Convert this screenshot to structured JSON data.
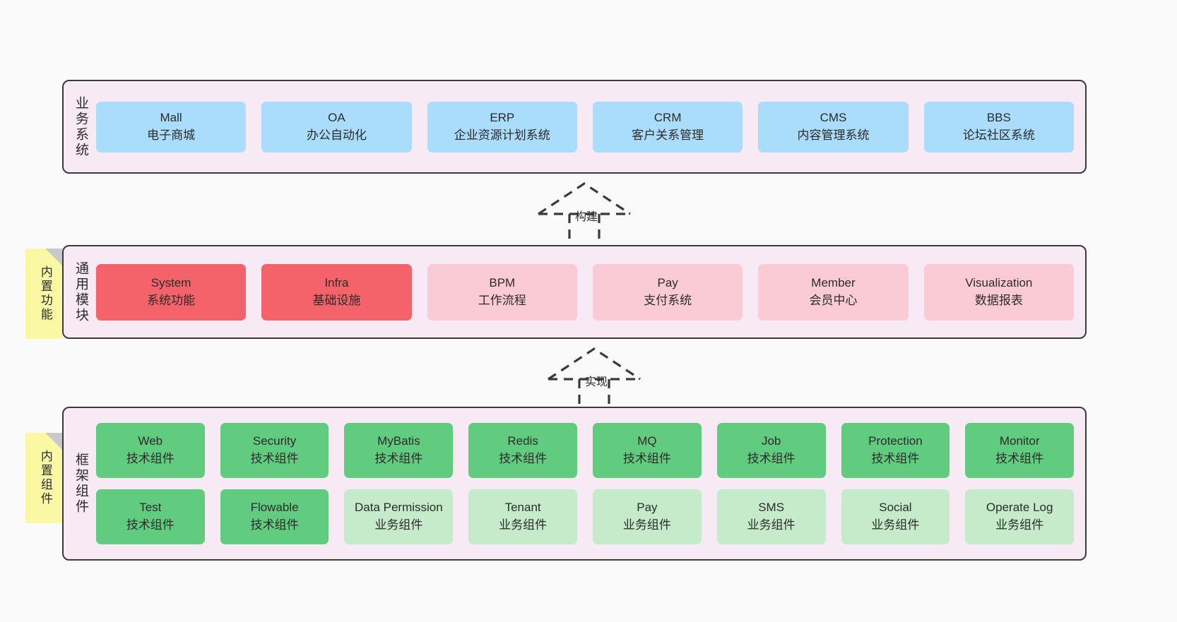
{
  "diagram": {
    "background_color": "#fafafa",
    "layer_fill": "#f7eaf4",
    "layer_border": "#3a3a3a"
  },
  "layers": [
    {
      "id": "business-system",
      "title": "业务系统",
      "rows": [
        {
          "style": "c-blue",
          "cards": [
            {
              "en": "Mall",
              "cn": "电子商城"
            },
            {
              "en": "OA",
              "cn": "办公自动化"
            },
            {
              "en": "ERP",
              "cn": "企业资源计划系统"
            },
            {
              "en": "CRM",
              "cn": "客户关系管理"
            },
            {
              "en": "CMS",
              "cn": "内容管理系统"
            },
            {
              "en": "BBS",
              "cn": "论坛社区系统"
            }
          ]
        }
      ]
    },
    {
      "id": "common-module",
      "title": "通用模块",
      "note": {
        "text": "内置功能",
        "color": "#fbf8a3",
        "fold_color": "#c9c9c9"
      },
      "rows": [
        {
          "cards": [
            {
              "en": "System",
              "cn": "系统功能",
              "style": "c-red"
            },
            {
              "en": "Infra",
              "cn": "基础设施",
              "style": "c-red"
            },
            {
              "en": "BPM",
              "cn": "工作流程",
              "style": "c-pink"
            },
            {
              "en": "Pay",
              "cn": "支付系统",
              "style": "c-pink"
            },
            {
              "en": "Member",
              "cn": "会员中心",
              "style": "c-pink"
            },
            {
              "en": "Visualization",
              "cn": "数据报表",
              "style": "c-pink"
            }
          ]
        }
      ]
    },
    {
      "id": "framework-component",
      "title": "框架组件",
      "note": {
        "text": "内置组件",
        "color": "#fbf8a3",
        "fold_color": "#c9c9c9"
      },
      "rows": [
        {
          "style": "c-green",
          "cards": [
            {
              "en": "Web",
              "cn": "技术组件"
            },
            {
              "en": "Security",
              "cn": "技术组件"
            },
            {
              "en": "MyBatis",
              "cn": "技术组件"
            },
            {
              "en": "Redis",
              "cn": "技术组件"
            },
            {
              "en": "MQ",
              "cn": "技术组件"
            },
            {
              "en": "Job",
              "cn": "技术组件"
            },
            {
              "en": "Protection",
              "cn": "技术组件"
            },
            {
              "en": "Monitor",
              "cn": "技术组件"
            }
          ]
        },
        {
          "cards": [
            {
              "en": "Test",
              "cn": "技术组件",
              "style": "c-green"
            },
            {
              "en": "Flowable",
              "cn": "技术组件",
              "style": "c-green"
            },
            {
              "en": "Data Permission",
              "cn": "业务组件",
              "style": "c-greenlight"
            },
            {
              "en": "Tenant",
              "cn": "业务组件",
              "style": "c-greenlight"
            },
            {
              "en": "Pay",
              "cn": "业务组件",
              "style": "c-greenlight"
            },
            {
              "en": "SMS",
              "cn": "业务组件",
              "style": "c-greenlight"
            },
            {
              "en": "Social",
              "cn": "业务组件",
              "style": "c-greenlight"
            },
            {
              "en": "Operate Log",
              "cn": "业务组件",
              "style": "c-greenlight"
            }
          ]
        }
      ]
    }
  ],
  "connectors": [
    {
      "id": "build",
      "label": "构建",
      "from": "common-module",
      "to": "business-system"
    },
    {
      "id": "implement",
      "label": "实现",
      "from": "framework-component",
      "to": "common-module"
    }
  ]
}
